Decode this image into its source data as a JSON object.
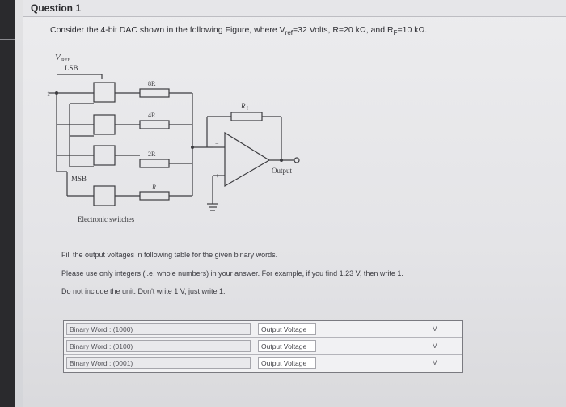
{
  "question": {
    "title": "Question 1",
    "intro": "Consider the 4-bit DAC shown in the following Figure, where V",
    "vref_sub": "ref",
    "mid": "=32 Volts, R=20 kΩ, and R",
    "rf_sub": "F",
    "end": "=10 kΩ."
  },
  "circuit": {
    "vref_label": "V",
    "vref_sub": "REF",
    "lsb_label": "LSB",
    "msb_label": "MSB",
    "one_label": "1",
    "r8": "8R",
    "r4": "4R",
    "r2": "2R",
    "r1": "R",
    "rf_label": "R",
    "rf_sub": "f",
    "output_label": "Output",
    "switches_label": "Electronic switches"
  },
  "instructions": {
    "line1": "Fill the output voltages in following table for the given binary words.",
    "line2": "Please use only integers (i.e. whole numbers) in your answer. For example, if you find 1.23 V, then write 1.",
    "line3": "Do not include the unit. Don't write 1 V, just write 1."
  },
  "table": {
    "rows": [
      {
        "word": "Binary Word : (1000)",
        "output": "Output Voltage",
        "unit": "V"
      },
      {
        "word": "Binary Word : (0100)",
        "output": "Output Voltage",
        "unit": "V"
      },
      {
        "word": "Binary Word : (0001)",
        "output": "Output Voltage",
        "unit": "V"
      }
    ]
  }
}
